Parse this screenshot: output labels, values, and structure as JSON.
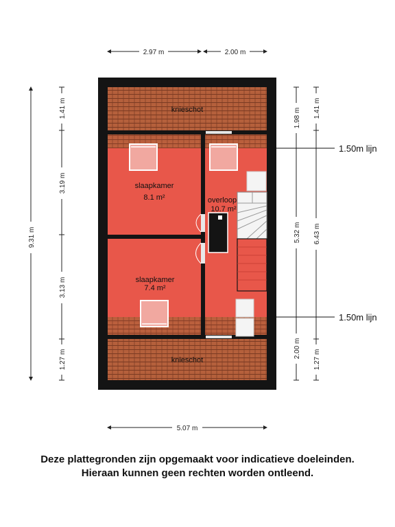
{
  "plan": {
    "dimensions": {
      "top_left": "2.97 m",
      "top_right": "2.00 m",
      "bottom": "5.07 m",
      "left_total": "9.31 m",
      "left_seg1": "1.41 m",
      "left_seg2": "3.19 m",
      "left_seg3": "3.13 m",
      "left_seg4": "1.27 m",
      "right_a1": "1.98 m",
      "right_a2": "5.32 m",
      "right_a3": "2.00 m",
      "right_b1": "1.41 m",
      "right_b2": "6.43 m",
      "right_b3": "1.27 m"
    },
    "rooms": {
      "knieschot_top": "knieschot",
      "knieschot_bottom": "knieschot",
      "bedroom1_name": "slaapkamer",
      "bedroom1_area": "8.1 m²",
      "bedroom2_name": "slaapkamer",
      "bedroom2_area": "7.4 m²",
      "landing_name": "overloop",
      "landing_area": "10.7 m²"
    },
    "annotations": {
      "line_top": "1.50m lijn",
      "line_bottom": "1.50m lijn"
    },
    "colors": {
      "room_fill": "#e8574a",
      "roof_tile": "#b5603c",
      "wall": "#141414"
    }
  },
  "disclaimer": {
    "line1": "Deze plattegronden zijn opgemaakt voor indicatieve doeleinden.",
    "line2": "Hieraan kunnen geen rechten worden ontleend."
  }
}
